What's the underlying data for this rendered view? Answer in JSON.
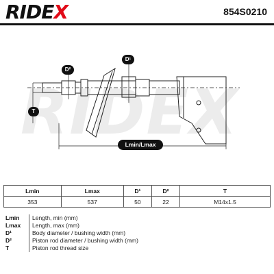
{
  "header": {
    "brand_prefix": "RIDE",
    "brand_x": "X",
    "part_number": "854S0210"
  },
  "drawing": {
    "labels": {
      "d2": "D²",
      "d1": "D¹",
      "t": "T",
      "length": "Lmin/Lmax"
    }
  },
  "table": {
    "headers": [
      "Lmin",
      "Lmax",
      "D¹",
      "D²",
      "T"
    ],
    "values": [
      "353",
      "537",
      "50",
      "22",
      "M14x1.5"
    ]
  },
  "legend": [
    {
      "key": "Lmin",
      "value": "Length, min (mm)"
    },
    {
      "key": "Lmax",
      "value": "Length, max (mm)"
    },
    {
      "key": "D¹",
      "value": "Body diameter / bushing width (mm)"
    },
    {
      "key": "D²",
      "value": "Piston rod diameter / bushing width (mm)"
    },
    {
      "key": "T",
      "value": "Piston rod thread size"
    }
  ]
}
